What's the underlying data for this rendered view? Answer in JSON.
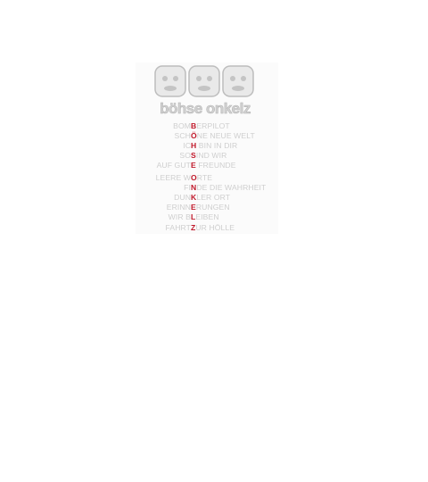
{
  "brand": {
    "name": "böhse onkelz"
  },
  "colors": {
    "background": "#ffffff",
    "text": "#cfcfcf",
    "highlight": "#c0182a"
  },
  "tracklist": [
    {
      "pre": "BOM",
      "hi": "B",
      "post": "ERPILOT"
    },
    {
      "pre": "SCH",
      "hi": "Ö",
      "post": "NE NEUE WELT"
    },
    {
      "pre": "IC",
      "hi": "H",
      "post": " BIN IN DIR"
    },
    {
      "pre": "SO ",
      "hi": "S",
      "post": "IND WIR"
    },
    {
      "pre": "AUF GUT",
      "hi": "E",
      "post": " FREUNDE"
    },
    {
      "pre": "LEERE W",
      "hi": "O",
      "post": "RTE"
    },
    {
      "pre": "FI",
      "hi": "N",
      "post": "DE DIE WAHRHEIT"
    },
    {
      "pre": "DUN",
      "hi": "K",
      "post": "LER ORT"
    },
    {
      "pre": "ERINN",
      "hi": "E",
      "post": "RUNGEN"
    },
    {
      "pre": "WIR B",
      "hi": "L",
      "post": "EIBEN"
    },
    {
      "pre": "FAHRT ",
      "hi": "Z",
      "post": "UR HÖLLE"
    }
  ]
}
